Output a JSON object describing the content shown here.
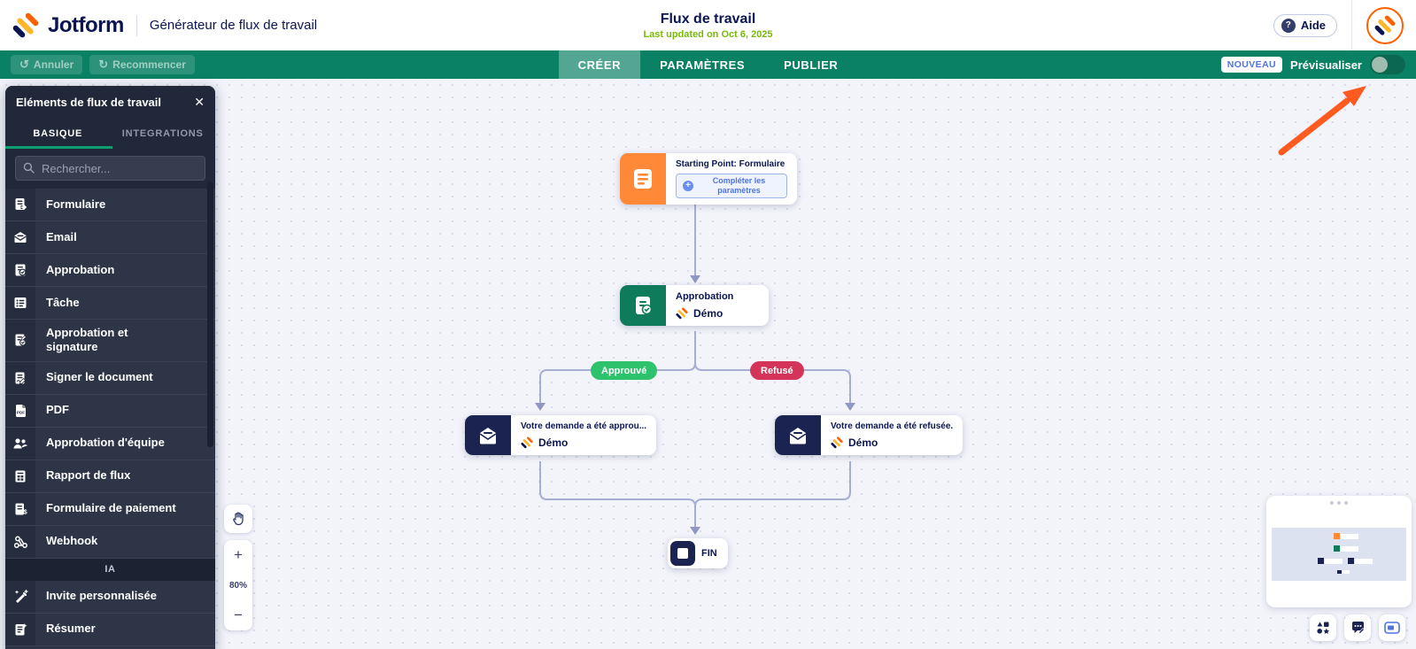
{
  "header": {
    "brand": "Jotform",
    "app_title": "Générateur de flux de travail",
    "page_title": "Flux de travail",
    "last_updated": "Last updated on Oct 6, 2025",
    "help_label": "Aide"
  },
  "toolbar": {
    "undo_label": "Annuler",
    "redo_label": "Recommencer",
    "tabs": [
      {
        "label": "CRÉER",
        "active": true
      },
      {
        "label": "PARAMÈTRES",
        "active": false
      },
      {
        "label": "PUBLIER",
        "active": false
      }
    ],
    "new_badge": "NOUVEAU",
    "preview_label": "Prévisualiser"
  },
  "panel": {
    "title": "Eléments de flux de travail",
    "tabs": [
      {
        "label": "BASIQUE",
        "active": true
      },
      {
        "label": "INTEGRATIONS",
        "active": false
      }
    ],
    "search_placeholder": "Rechercher...",
    "items": [
      {
        "icon": "form-icon",
        "label": "Formulaire"
      },
      {
        "icon": "email-icon",
        "label": "Email"
      },
      {
        "icon": "approval-icon",
        "label": "Approbation"
      },
      {
        "icon": "task-icon",
        "label": "Tâche"
      },
      {
        "icon": "approval-signature-icon",
        "label": "Approbation et signature"
      },
      {
        "icon": "sign-document-icon",
        "label": "Signer le document"
      },
      {
        "icon": "pdf-icon",
        "label": "PDF"
      },
      {
        "icon": "team-approval-icon",
        "label": "Approbation d'équipe"
      },
      {
        "icon": "flow-report-icon",
        "label": "Rapport de flux"
      },
      {
        "icon": "payment-form-icon",
        "label": "Formulaire de paiement"
      },
      {
        "icon": "webhook-icon",
        "label": "Webhook"
      },
      {
        "section": "IA"
      },
      {
        "icon": "custom-prompt-icon",
        "label": "Invite personnalisée"
      },
      {
        "icon": "summarize-icon",
        "label": "Résumer"
      }
    ]
  },
  "canvas": {
    "zoom_level": "80%",
    "start_node": {
      "title": "Starting Point: Formulaire",
      "button_label": "Compléter les paramètres"
    },
    "approval_node": {
      "title": "Approbation",
      "subtitle": "Démo"
    },
    "approved_email_node": {
      "title": "Votre demande a été approu...",
      "subtitle": "Démo"
    },
    "refused_email_node": {
      "title": "Votre demande a été refusée.",
      "subtitle": "Démo"
    },
    "branch_approved": "Approuvé",
    "branch_refused": "Refusé",
    "end_label": "FIN"
  },
  "colors": {
    "toolbar_green": "#0a8164",
    "accent_blue": "#4f74e3",
    "brand_navy": "#0a1551",
    "brand_orange": "#ff6100",
    "approved_green": "#2cc36c",
    "refused_red": "#d4335a",
    "start_node_orange": "#ff8936",
    "approval_node_green": "#0e7b5a",
    "email_node_navy": "#1b2350",
    "updated_text_green": "#78bb07",
    "annotation_arrow_orange": "#ff5a1f"
  }
}
